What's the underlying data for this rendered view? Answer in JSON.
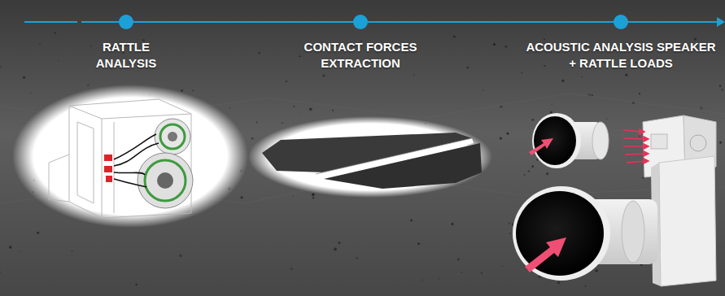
{
  "diagram": {
    "nodes": [
      {
        "text": [
          "RATTLE ANALYSIS"
        ]
      },
      {
        "text": [
          "CONTACT FORCES EXTRACTION"
        ]
      },
      {
        "text": [
          "ACOUSTIC ANALYSIS SPEAKER + RATTLE LOADS"
        ]
      }
    ],
    "edges": [
      {
        "from": 0,
        "to": 1,
        "arrow": "none"
      },
      {
        "from": 1,
        "to": 2,
        "arrow": "none"
      }
    ]
  }
}
